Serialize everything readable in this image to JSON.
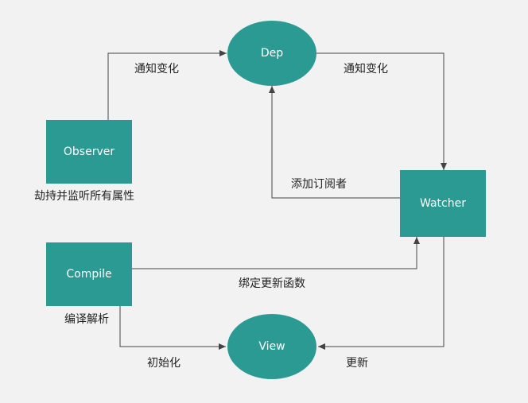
{
  "colors": {
    "node_fill": "#2a9a93",
    "edge": "#444444",
    "background": "#f2f2f2",
    "text": "#222222"
  },
  "nodes": {
    "dep": "Dep",
    "observer": "Observer",
    "watcher": "Watcher",
    "compile": "Compile",
    "view": "View"
  },
  "labels": {
    "observer_to_dep": "通知变化",
    "dep_to_watcher": "通知变化",
    "observer_caption": "劫持并监听所有属性",
    "watcher_to_dep": "添加订阅者",
    "compile_to_watcher": "绑定更新函数",
    "compile_caption": "编译解析",
    "compile_to_view": "初始化",
    "watcher_to_view": "更新"
  }
}
